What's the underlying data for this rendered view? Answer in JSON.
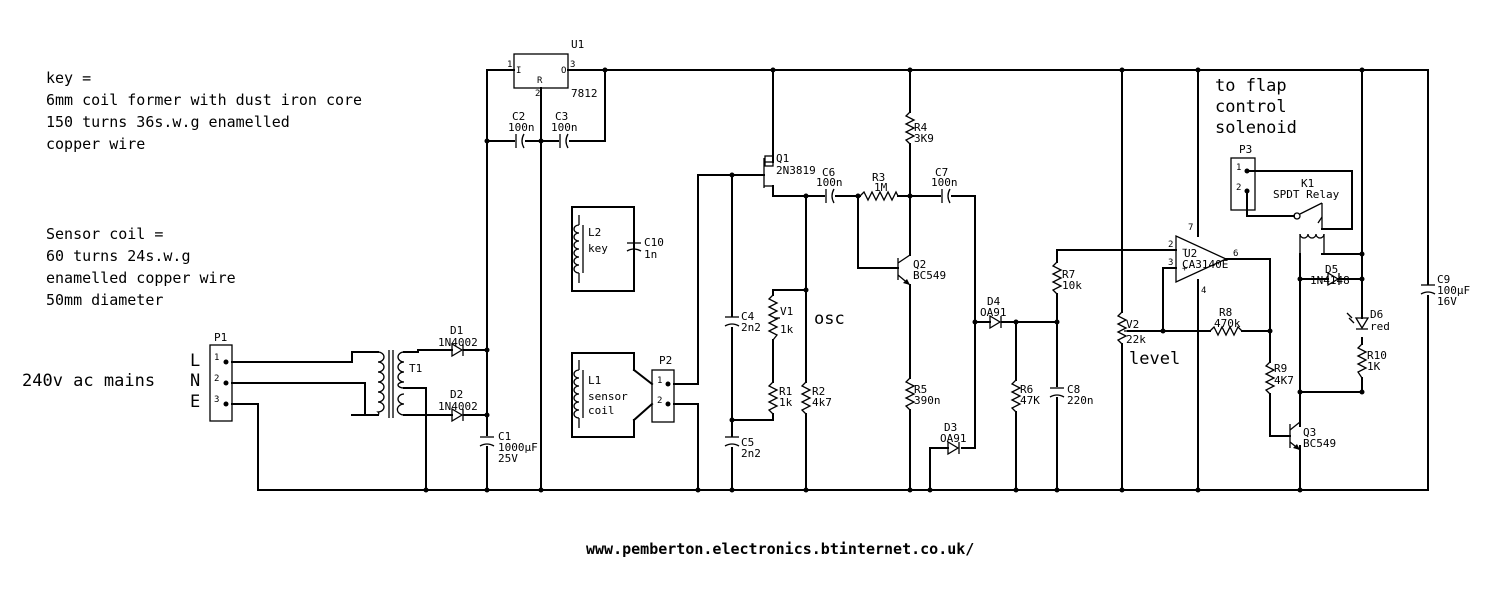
{
  "notes": {
    "key": [
      "key =",
      "6mm coil former with dust iron core",
      "150 turns 36s.w.g enamelled",
      "copper wire"
    ],
    "sensor": [
      "Sensor coil =",
      "60 turns 24s.w.g",
      "enamelled copper wire",
      "50mm diameter"
    ],
    "mains": "240v ac mains",
    "lne": [
      "L",
      "N",
      "E"
    ],
    "osc": "osc",
    "level": "level",
    "flap": [
      "to flap",
      "control",
      "solenoid"
    ],
    "url": "www.pemberton.electronics.btinternet.co.uk/"
  },
  "components": {
    "P1": {
      "ref": "P1",
      "pins": [
        "1",
        "2",
        "3"
      ]
    },
    "T1": {
      "ref": "T1"
    },
    "D1": {
      "ref": "D1",
      "value": "1N4002"
    },
    "D2": {
      "ref": "D2",
      "value": "1N4002"
    },
    "C1": {
      "ref": "C1",
      "value": "1000µF",
      "value2": "25V"
    },
    "U1": {
      "ref": "U1",
      "value": "7812",
      "pin_i": "I",
      "pin_r": "R",
      "pin_o": "O",
      "n1": "1",
      "n2": "2",
      "n3": "3"
    },
    "C2": {
      "ref": "C2",
      "value": "100n"
    },
    "C3": {
      "ref": "C3",
      "value": "100n"
    },
    "L2": {
      "ref": "L2",
      "value": "key"
    },
    "C10": {
      "ref": "C10",
      "value": "1n"
    },
    "L1": {
      "ref": "L1",
      "value": "sensor",
      "value2": "coil"
    },
    "P2": {
      "ref": "P2",
      "pins": [
        "1",
        "2"
      ]
    },
    "Q1": {
      "ref": "Q1",
      "value": "2N3819"
    },
    "C4": {
      "ref": "C4",
      "value": "2n2"
    },
    "C5": {
      "ref": "C5",
      "value": "2n2"
    },
    "V1": {
      "ref": "V1",
      "value": "1k"
    },
    "R1": {
      "ref": "R1",
      "value": "1k"
    },
    "R2": {
      "ref": "R2",
      "value": "4k7"
    },
    "C6": {
      "ref": "C6",
      "value": "100n"
    },
    "R3": {
      "ref": "R3",
      "value": "1M"
    },
    "C7": {
      "ref": "C7",
      "value": "100n"
    },
    "R4": {
      "ref": "R4",
      "value": "3K9"
    },
    "Q2": {
      "ref": "Q2",
      "value": "BC549"
    },
    "R5": {
      "ref": "R5",
      "value": "390n"
    },
    "D3": {
      "ref": "D3",
      "value": "OA91"
    },
    "D4": {
      "ref": "D4",
      "value": "OA91"
    },
    "R6": {
      "ref": "R6",
      "value": "47K"
    },
    "C8": {
      "ref": "C8",
      "value": "220n"
    },
    "R7": {
      "ref": "R7",
      "value": "10k"
    },
    "V2": {
      "ref": "V2",
      "value": "22k"
    },
    "U2": {
      "ref": "U2",
      "value": "CA3140E",
      "p2": "2",
      "p3": "3",
      "p4": "4",
      "p6": "6",
      "p7": "7"
    },
    "R8": {
      "ref": "R8",
      "value": "470k"
    },
    "R9": {
      "ref": "R9",
      "value": "4K7"
    },
    "Q3": {
      "ref": "Q3",
      "value": "BC549"
    },
    "P3": {
      "ref": "P3",
      "pins": [
        "1",
        "2"
      ]
    },
    "K1": {
      "ref": "K1",
      "value": "SPDT Relay"
    },
    "D5": {
      "ref": "D5",
      "value": "1N4148"
    },
    "D6": {
      "ref": "D6",
      "value": "red"
    },
    "R10": {
      "ref": "R10",
      "value": "1K"
    },
    "C9": {
      "ref": "C9",
      "value": "100µF",
      "value2": "16V"
    }
  }
}
